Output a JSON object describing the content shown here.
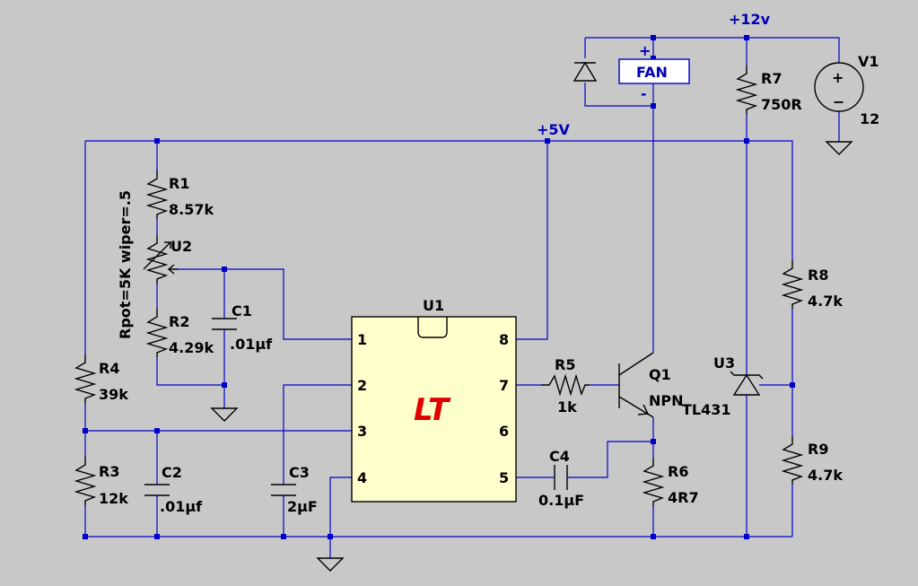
{
  "nets": {
    "v12": "+12v",
    "v5": "+5V"
  },
  "fan": {
    "label": "FAN",
    "plus": "+",
    "minus": "-"
  },
  "source": {
    "name": "V1",
    "value": "12",
    "plus": "+",
    "minus": "−"
  },
  "resistors": {
    "r1": {
      "name": "R1",
      "value": "8.57k"
    },
    "r2": {
      "name": "R2",
      "value": "4.29k"
    },
    "r3": {
      "name": "R3",
      "value": "12k"
    },
    "r4": {
      "name": "R4",
      "value": "39k"
    },
    "r5": {
      "name": "R5",
      "value": "1k"
    },
    "r6": {
      "name": "R6",
      "value": "4R7"
    },
    "r7": {
      "name": "R7",
      "value": "750R"
    },
    "r8": {
      "name": "R8",
      "value": "4.7k"
    },
    "r9": {
      "name": "R9",
      "value": "4.7k"
    }
  },
  "capacitors": {
    "c1": {
      "name": "C1",
      "value": ".01µf"
    },
    "c2": {
      "name": "C2",
      "value": ".01µf"
    },
    "c3": {
      "name": "C3",
      "value": "2µF"
    },
    "c4": {
      "name": "C4",
      "value": "0.1µF"
    }
  },
  "pot": {
    "name": "U2",
    "spec": "Rpot=5K wiper=.5"
  },
  "ic": {
    "name": "U1",
    "pins": {
      "p1": "1",
      "p2": "2",
      "p3": "3",
      "p4": "4",
      "p5": "5",
      "p6": "6",
      "p7": "7",
      "p8": "8"
    },
    "logo": "LT"
  },
  "transistor": {
    "name": "Q1",
    "type": "NPN"
  },
  "regulator": {
    "name": "U3",
    "type": "TL431"
  },
  "colors": {
    "wire": "#0000c8",
    "background": "#c8c8c8",
    "chip": "#ffffcc",
    "logo": "#e00000"
  }
}
